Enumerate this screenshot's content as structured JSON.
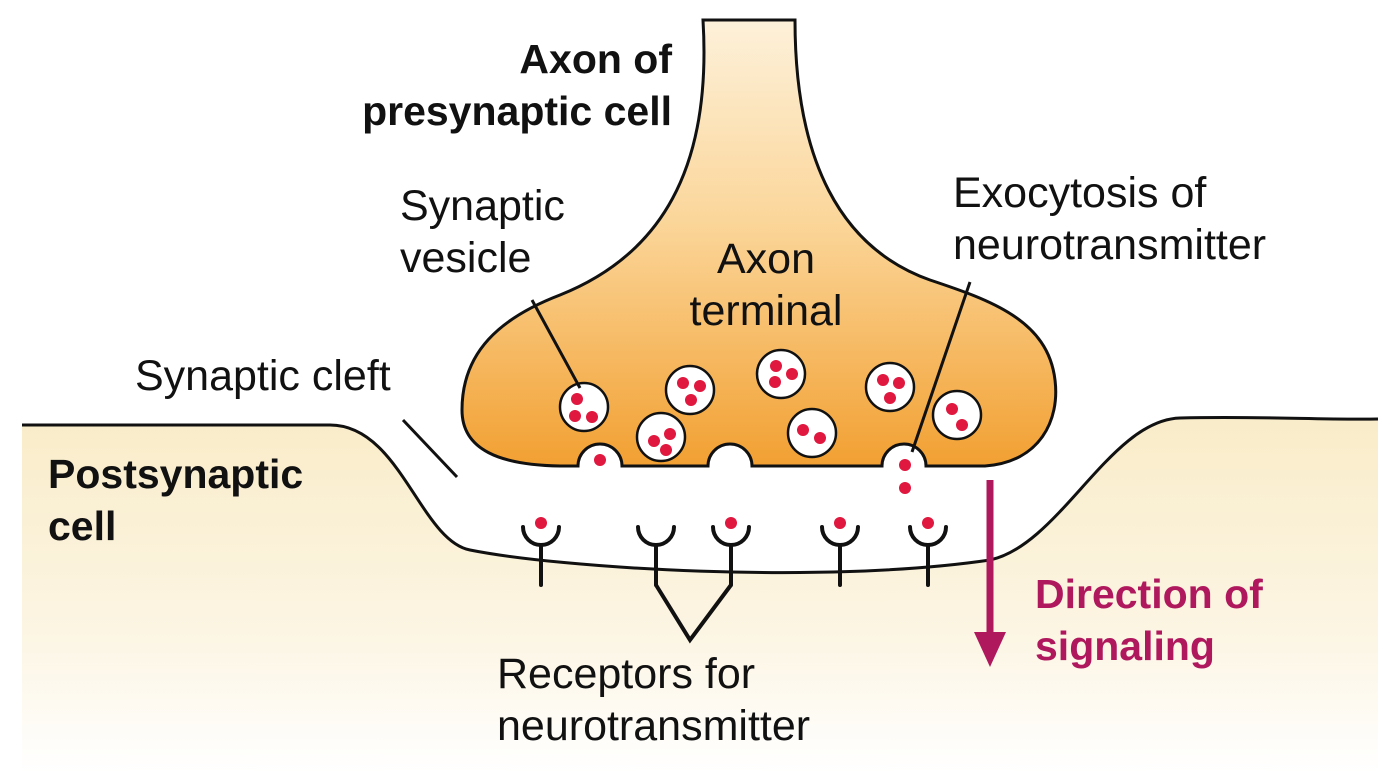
{
  "labels": {
    "axon_presynaptic": [
      "Axon of",
      "presynaptic cell"
    ],
    "synaptic_vesicle": [
      "Synaptic",
      "vesicle"
    ],
    "axon_terminal": [
      "Axon",
      "terminal"
    ],
    "exocytosis": [
      "Exocytosis of",
      "neurotransmitter"
    ],
    "synaptic_cleft": "Synaptic cleft",
    "postsynaptic_cell": [
      "Postsynaptic",
      "cell"
    ],
    "receptors": [
      "Receptors for",
      "neurotransmitter"
    ],
    "direction": [
      "Direction of",
      "signaling"
    ]
  },
  "colors": {
    "terminal_top": "#fbe8c4",
    "terminal_bottom": "#f3a53a",
    "postsynaptic_fill": "#fbf1d6",
    "neurotransmitter": "#e0173e",
    "direction_arrow": "#b0185e",
    "outline": "#111111"
  }
}
